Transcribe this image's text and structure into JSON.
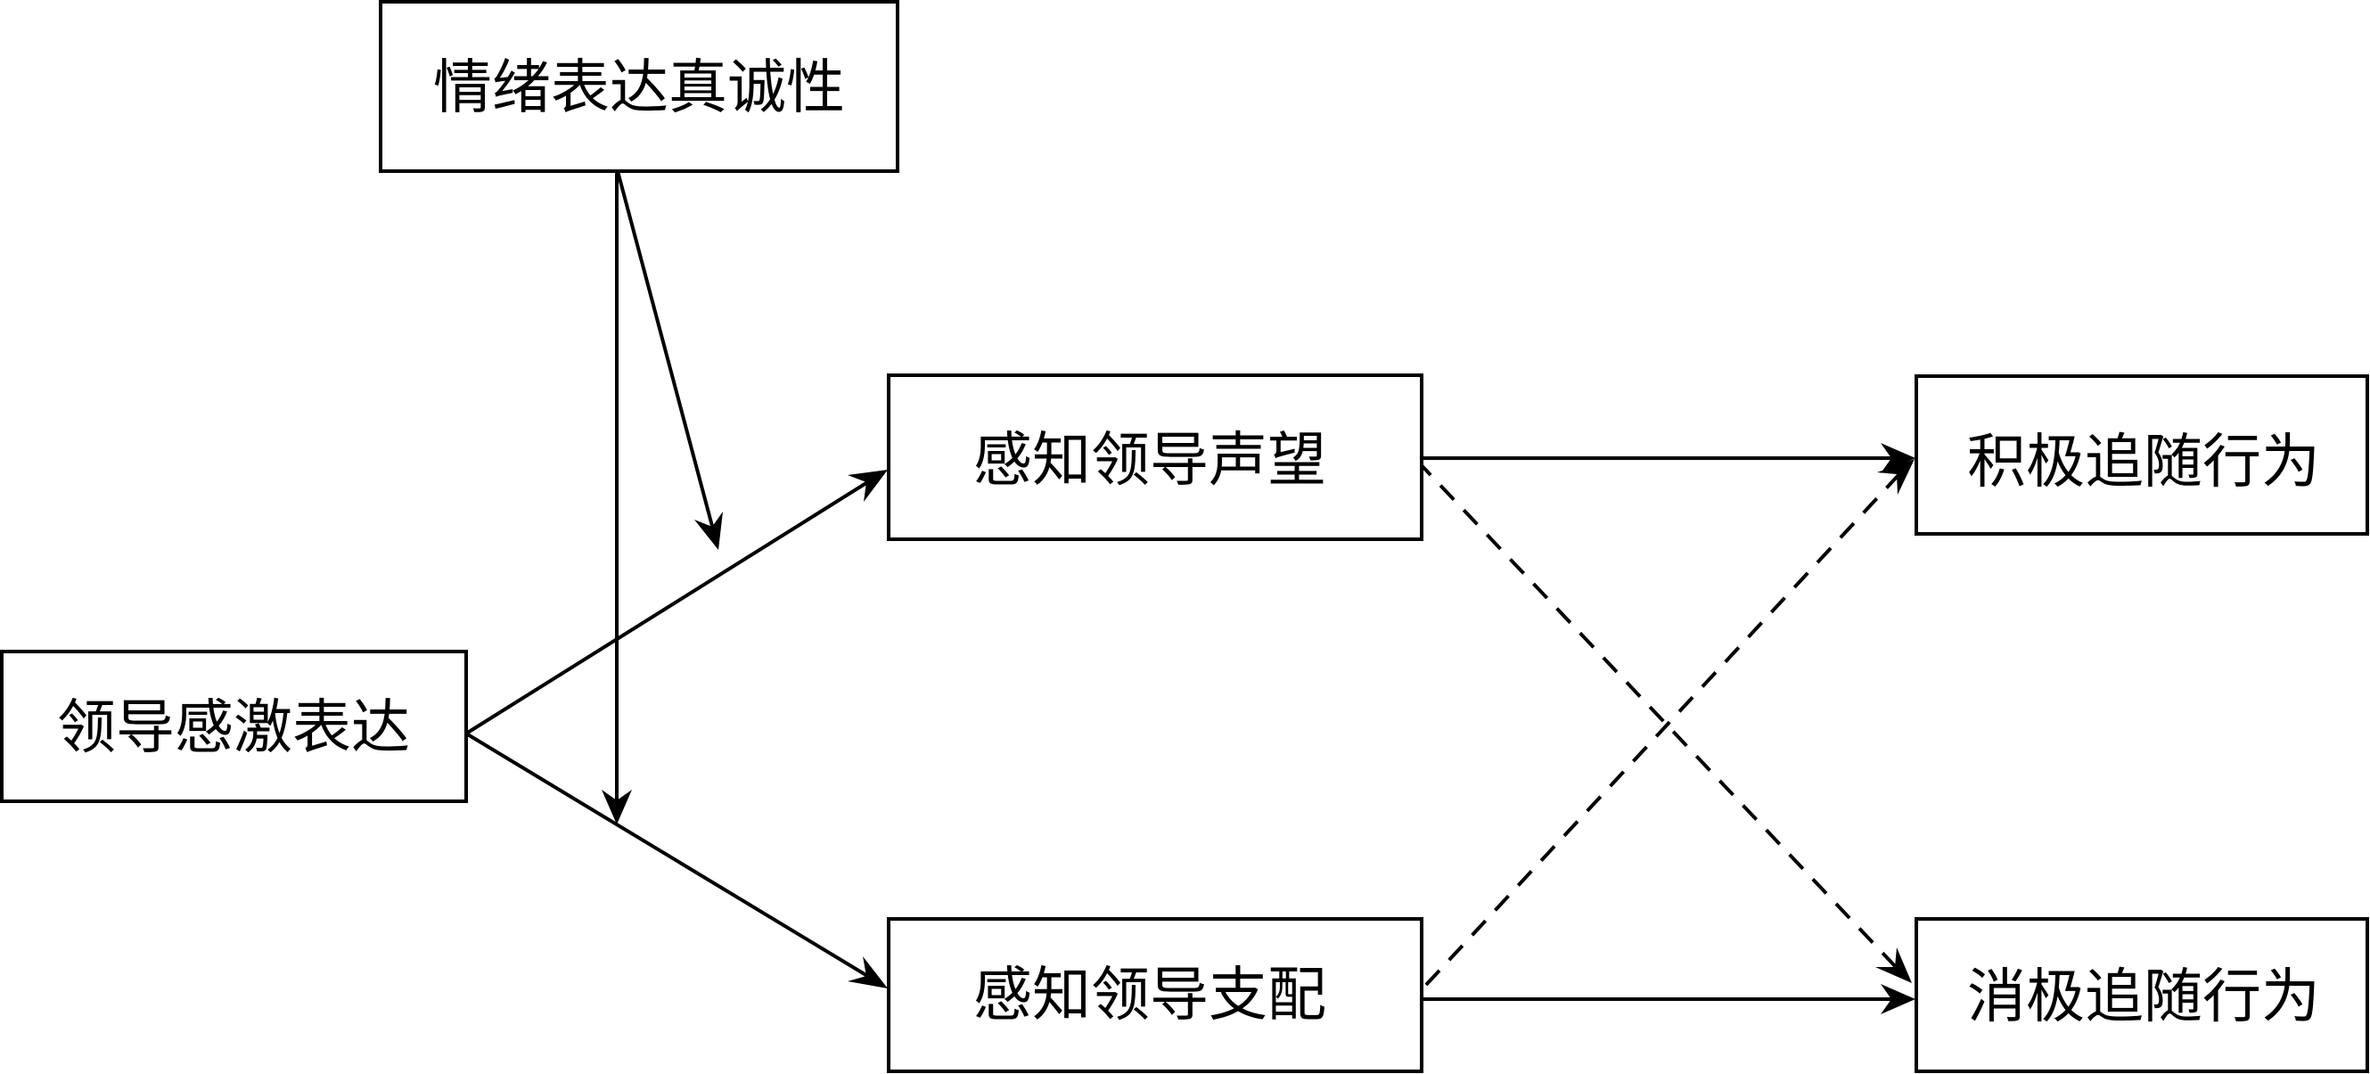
{
  "diagram": {
    "type": "research-model",
    "nodes": {
      "moderator": {
        "label": "情绪表达真诚性"
      },
      "independent": {
        "label": "领导感激表达"
      },
      "mediator_prestige": {
        "label": "感知领导声望"
      },
      "mediator_dominance": {
        "label": "感知领导支配"
      },
      "outcome_positive": {
        "label": "积极追随行为"
      },
      "outcome_negative": {
        "label": "消极追随行为"
      }
    },
    "edges": [
      {
        "from": "independent",
        "to": "mediator_prestige",
        "style": "solid"
      },
      {
        "from": "independent",
        "to": "mediator_dominance",
        "style": "solid"
      },
      {
        "from": "moderator",
        "to": "independent->mediator_prestige",
        "style": "solid",
        "kind": "moderation"
      },
      {
        "from": "moderator",
        "to": "independent->mediator_dominance",
        "style": "solid",
        "kind": "moderation"
      },
      {
        "from": "mediator_prestige",
        "to": "outcome_positive",
        "style": "solid"
      },
      {
        "from": "mediator_prestige",
        "to": "outcome_negative",
        "style": "dashed"
      },
      {
        "from": "mediator_dominance",
        "to": "outcome_positive",
        "style": "dashed"
      },
      {
        "from": "mediator_dominance",
        "to": "outcome_negative",
        "style": "solid"
      }
    ],
    "colors": {
      "stroke": "#000000",
      "background": "#ffffff"
    }
  }
}
